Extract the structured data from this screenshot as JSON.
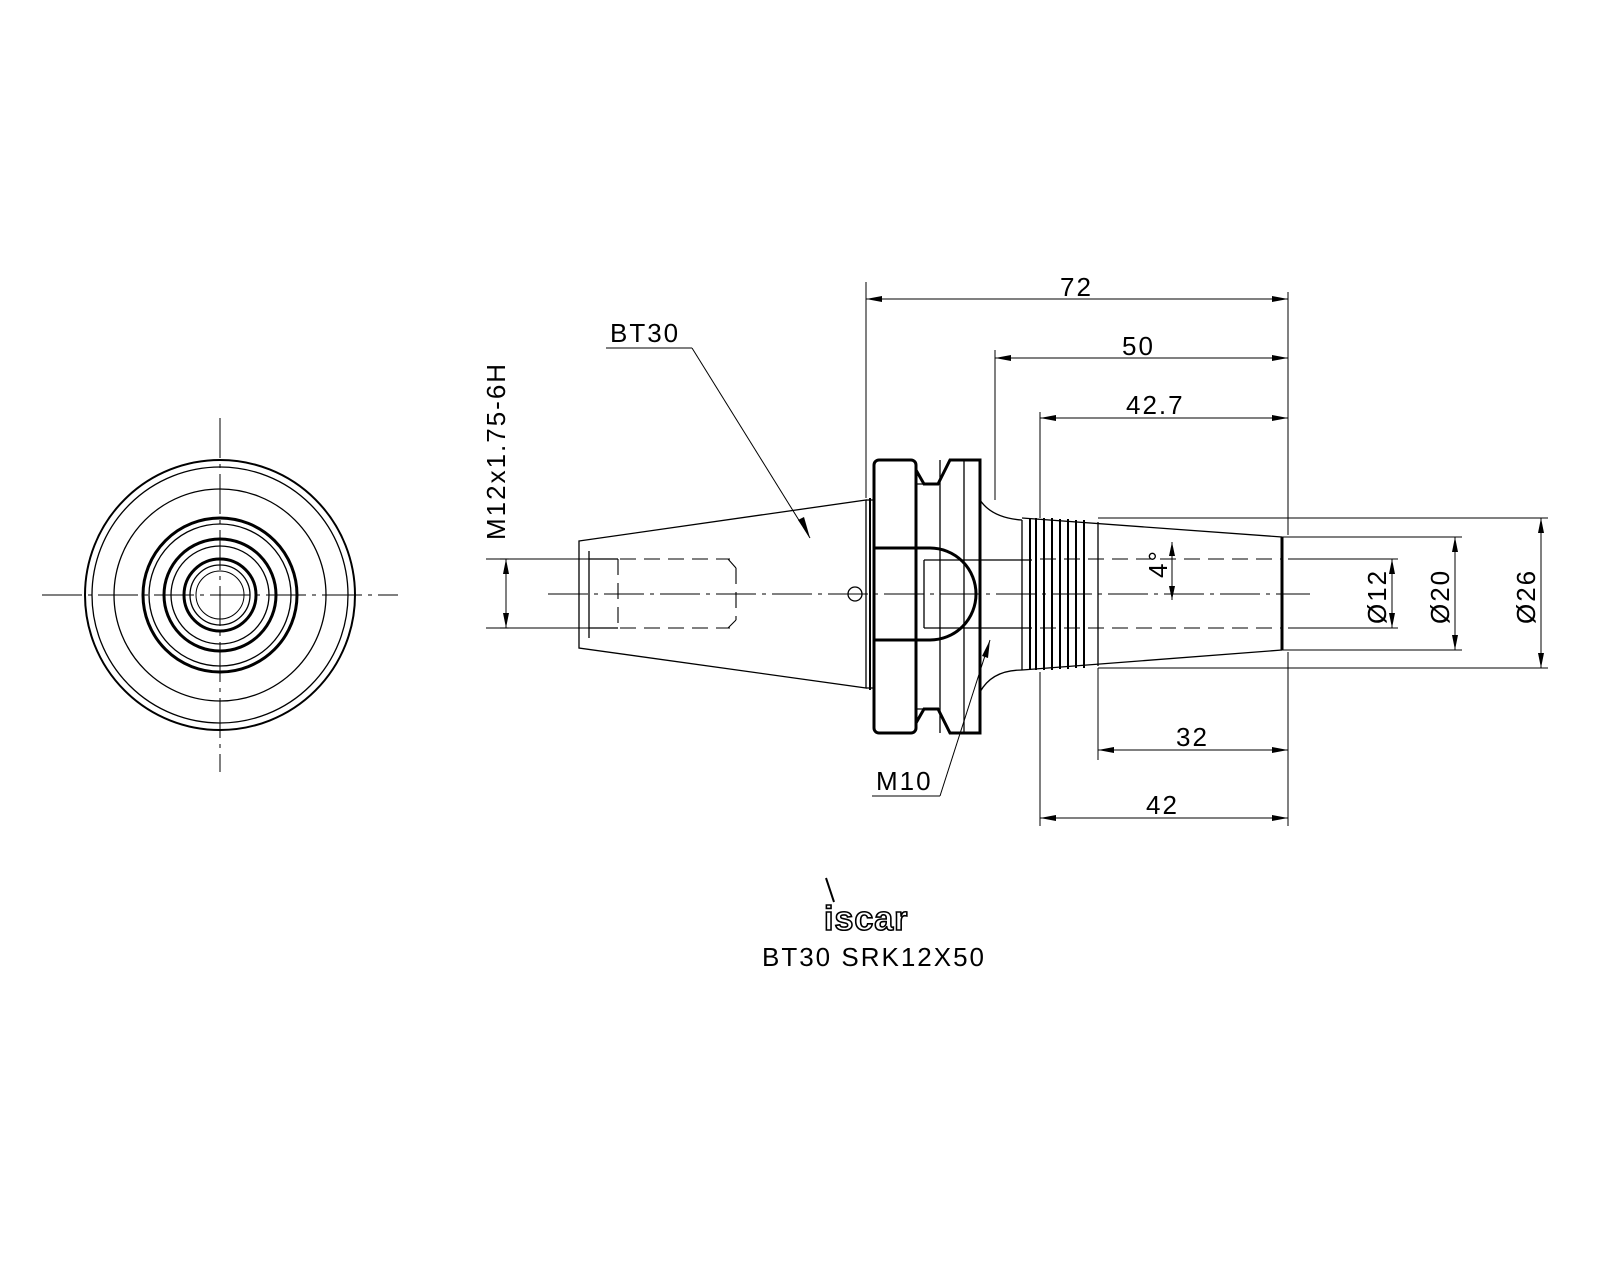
{
  "labels": {
    "taper": "BT30",
    "thread": "M12x1.75-6H",
    "screw": "M10",
    "taper_angle": "4°"
  },
  "dimensions": {
    "overall_length": "72",
    "gauge_length": "50",
    "length_42_7": "42.7",
    "length_32": "32",
    "length_42": "42",
    "dia_12": "Ø12",
    "dia_20": "Ø20",
    "dia_26": "Ø26"
  },
  "logo": "iscar",
  "title": "BT30  SRK12X50"
}
